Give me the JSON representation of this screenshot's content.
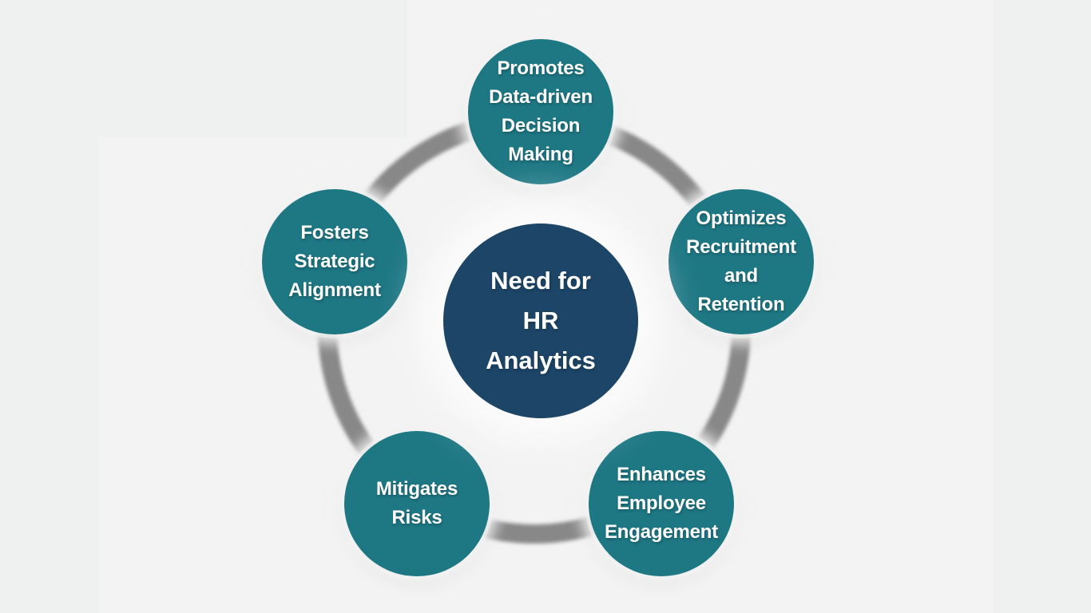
{
  "diagram": {
    "title": "Need for HR Analytics",
    "center": {
      "label": "Need for\nHR\nAnalytics"
    },
    "nodes": [
      {
        "id": "promotes-data-driven-decision-making",
        "label": "Promotes\nData-driven\nDecision\nMaking"
      },
      {
        "id": "optimizes-recruitment-and-retention",
        "label": "Optimizes\nRecruitment\nand\nRetention"
      },
      {
        "id": "enhances-employee-engagement",
        "label": "Enhances\nEmployee\nEngagement"
      },
      {
        "id": "mitigates-risks",
        "label": "Mitigates\nRisks"
      },
      {
        "id": "fosters-strategic-alignment",
        "label": "Fosters\nStrategic\nAlignment"
      }
    ],
    "colors": {
      "background": "#eff1f0",
      "backdrop_panel": "#f2f3f2",
      "hub_fill": "#1d4567",
      "node_fill": "#1e7884",
      "ring": "#888888",
      "text": "#ffffff"
    }
  }
}
